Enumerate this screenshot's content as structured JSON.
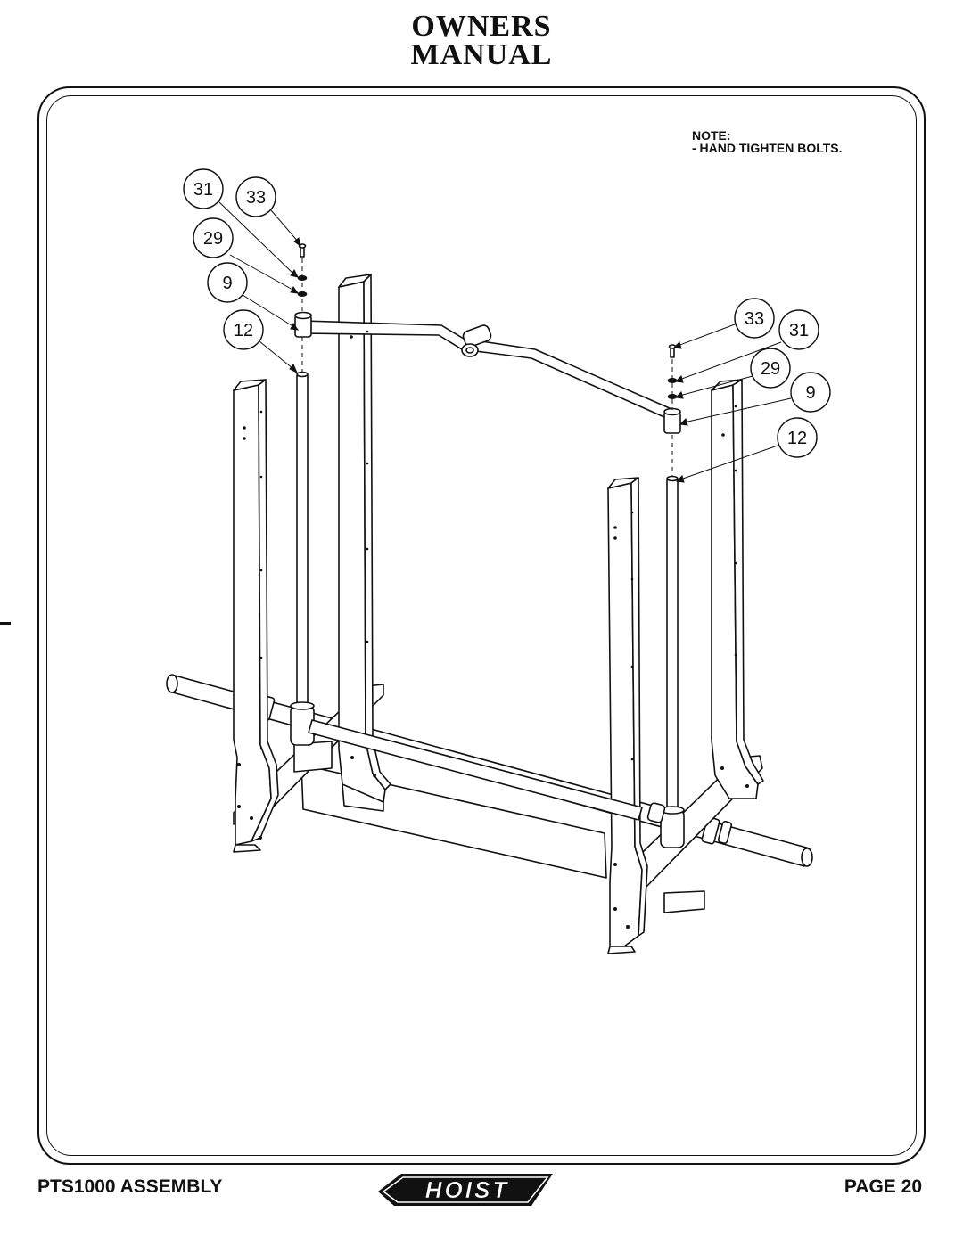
{
  "header": {
    "line1": "OWNERS",
    "line2": "MANUAL"
  },
  "note": {
    "heading": "NOTE:",
    "line1": "-  HAND TIGHTEN BOLTS."
  },
  "callouts": {
    "left": [
      "31",
      "33",
      "29",
      "9",
      "12"
    ],
    "right": [
      "33",
      "31",
      "29",
      "9",
      "12"
    ]
  },
  "footer": {
    "left": "PTS1000 ASSEMBLY",
    "right": "PAGE 20",
    "logo": "HOIST"
  }
}
